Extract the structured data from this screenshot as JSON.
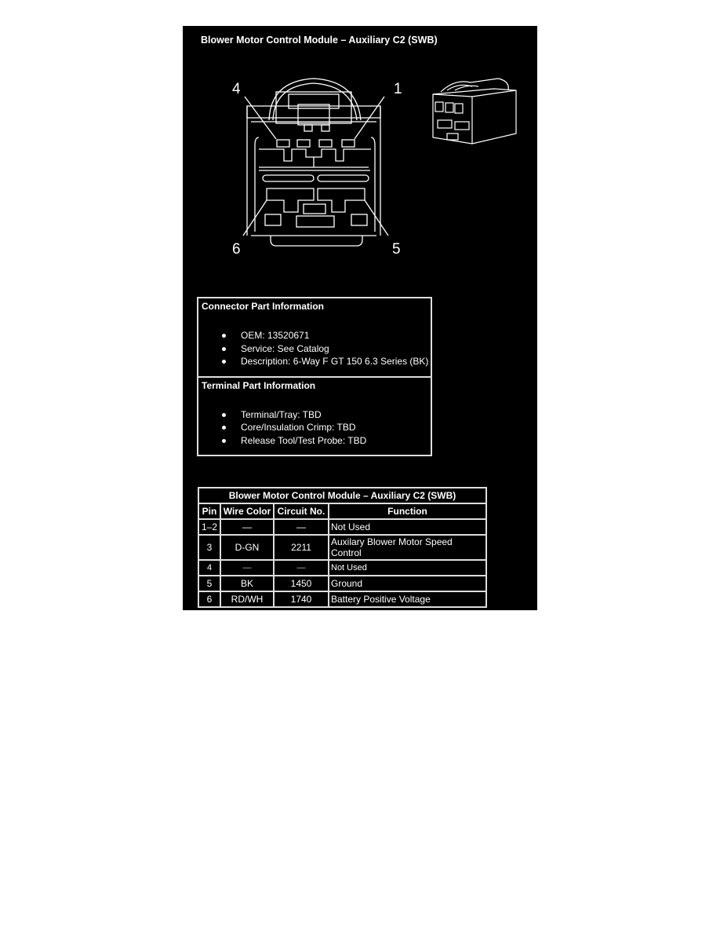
{
  "page": {
    "title": "Blower Motor Control Module – Auxiliary C2 (SWB)"
  },
  "diagram": {
    "callouts": {
      "pin4": "4",
      "pin1": "1",
      "pin6": "6",
      "pin5": "5"
    }
  },
  "connector_info": {
    "header": "Connector Part Information",
    "items": [
      "OEM: 13520671",
      "Service: See Catalog",
      "Description: 6-Way F GT 150 6.3 Series (BK)"
    ]
  },
  "terminal_info": {
    "header": "Terminal Part Information",
    "items": [
      "Terminal/Tray: TBD",
      "Core/Insulation Crimp: TBD",
      "Release Tool/Test Probe: TBD"
    ]
  },
  "pin_table": {
    "caption": "Blower Motor Control Module – Auxiliary C2 (SWB)",
    "columns": [
      "Pin",
      "Wire Color",
      "Circuit No.",
      "Function"
    ],
    "rows": [
      {
        "pin": "1–2",
        "wire_color": "—",
        "circuit": "—",
        "function": "Not Used"
      },
      {
        "pin": "3",
        "wire_color": "D-GN",
        "circuit": "2211",
        "function": "Auxilary Blower Motor Speed Control"
      },
      {
        "pin": "4",
        "wire_color": "—",
        "circuit": "—",
        "function": "Not Used"
      },
      {
        "pin": "5",
        "wire_color": "BK",
        "circuit": "1450",
        "function": "Ground"
      },
      {
        "pin": "6",
        "wire_color": "RD/WH",
        "circuit": "1740",
        "function": "Battery Positive Voltage"
      }
    ]
  }
}
